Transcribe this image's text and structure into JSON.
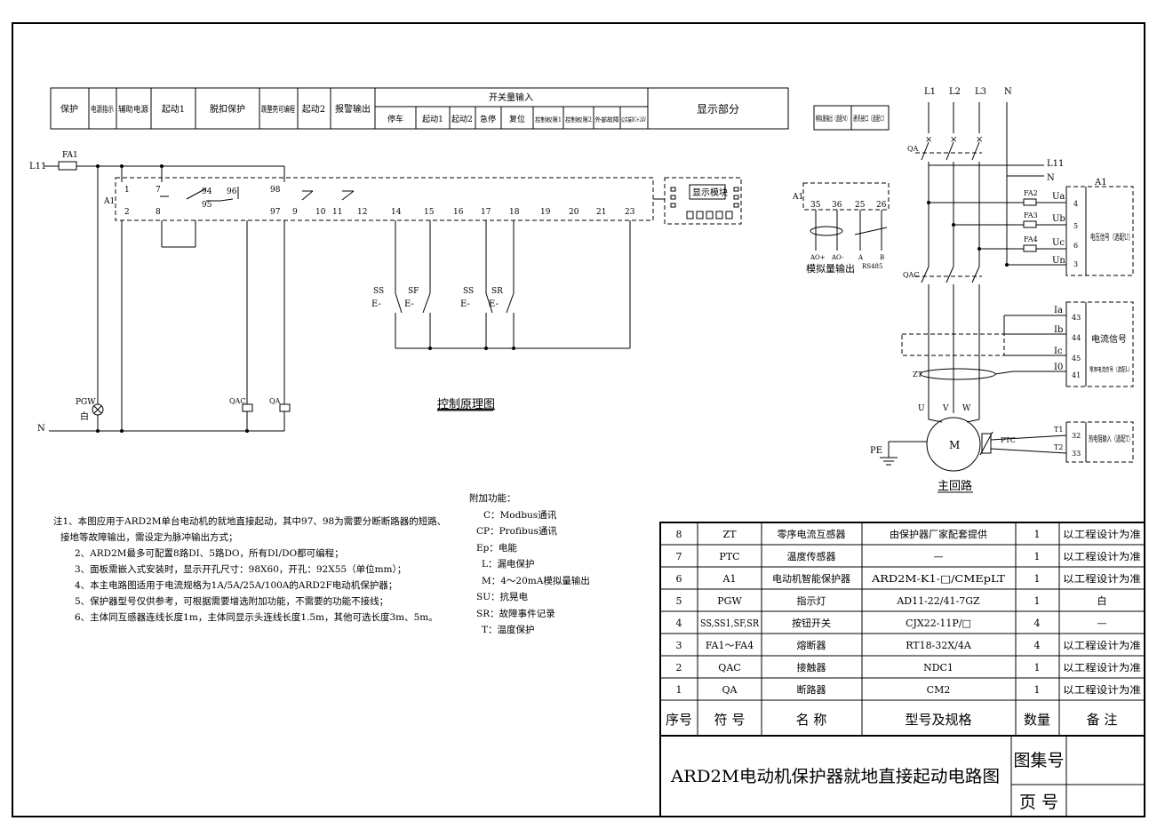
{
  "header": {
    "cells": [
      "保护",
      "电源指示",
      "辅助电源",
      "起动1",
      "脱扣保护",
      "跳整壳可编程",
      "起动2",
      "报警输出"
    ],
    "switch_input_title": "开关量输入",
    "switch_inputs": [
      "停车",
      "起动1",
      "起动2",
      "急停",
      "复位",
      "控制权限1",
      "控制权限2",
      "外部故障",
      "公共端DC+24V"
    ],
    "display_title": "显示部分",
    "right_cells": [
      "模拟量输出（选配M）",
      "通讯接口（选配C）"
    ]
  },
  "control": {
    "supply_label": "L11",
    "neutral_label": "N",
    "fuse_label": "FA1",
    "device_label": "A1",
    "terminals": [
      "1",
      "2",
      "7",
      "8",
      "94",
      "95",
      "96",
      "98",
      "97",
      "9",
      "10",
      "11",
      "12",
      "14",
      "15",
      "16",
      "17",
      "18",
      "19",
      "20",
      "21",
      "23"
    ],
    "buttons": [
      "SS",
      "SF",
      "SS",
      "SR"
    ],
    "lamp_label": "PGW",
    "lamp_color": "白",
    "coil_labels": [
      "QAC",
      "QA"
    ],
    "display_module": "显示模块",
    "title": "控制原理图"
  },
  "analog": {
    "device": "A1",
    "terminals": [
      "35",
      "36",
      "25",
      "26"
    ],
    "bottom_labels": [
      "AO+",
      "AO-",
      "A",
      "B",
      "RS485"
    ],
    "caption": "模拟量输出"
  },
  "main_circuit": {
    "phases": [
      "L1",
      "L2",
      "L3",
      "N"
    ],
    "breaker": "QA",
    "bus_labels": [
      "L11",
      "N"
    ],
    "fuses": [
      "FA2",
      "FA3",
      "FA4"
    ],
    "voltages": [
      "Ua",
      "Ub",
      "Uc",
      "Un"
    ],
    "voltage_terminals": [
      "4",
      "5",
      "6",
      "3"
    ],
    "a1_label": "A1",
    "voltage_signal": "电压信号（选配U）",
    "contactor": "QAC",
    "currents": [
      "Ia",
      "Ib",
      "Ic",
      "I0"
    ],
    "current_terminals": [
      "43",
      "44",
      "45",
      "41"
    ],
    "current_signal": "电流信号",
    "zero_seq_signal": "零序电流信号（选配L）",
    "zt_label": "ZT",
    "motor_terminals": [
      "U",
      "V",
      "W"
    ],
    "motor": "M",
    "pe": "PE",
    "ptc": "PTC",
    "thermal_terms": [
      "T1",
      "T2"
    ],
    "thermal_terminals": [
      "32",
      "33"
    ],
    "thermal_signal": "热电阻输入（选配T）",
    "title": "主回路"
  },
  "notes": [
    "注1、本图应用于ARD2M单台电动机的就地直接起动，其中97、98为需要分断断路器的短路、",
    "接地等故障输出，需设定为脉冲输出方式；",
    "2、ARD2M最多可配置8路DI、5路DO，所有DI/DO都可编程；",
    "3、面板需嵌入式安装时，显示开孔尺寸：98X60，开孔：92X55（单位mm）；",
    "4、本主电路图适用于电流规格为1A/5A/25A/100A的ARD2F电动机保护器；",
    "5、保护器型号仅供参考，可根据需要增选附加功能，不需要的功能不接线；",
    "6、主体同互感器连线长度1m，主体同显示头连线长度1.5m，其他可选长度3m、5m。"
  ],
  "addons": {
    "title": "附加功能：",
    "items": [
      "C：Modbus通讯",
      "CP：Profibus通讯",
      "Ep：电能",
      "L：漏电保护",
      "M：4～20mA模拟量输出",
      "SU：抗晃电",
      "SR：故障事件记录",
      "T：温度保护"
    ]
  },
  "bom": {
    "headers": [
      "序号",
      "符 号",
      "名 称",
      "型号及规格",
      "数量",
      "备 注"
    ],
    "rows": [
      [
        "8",
        "ZT",
        "零序电流互感器",
        "由保护器厂家配套提供",
        "1",
        "以工程设计为准"
      ],
      [
        "7",
        "PTC",
        "温度传感器",
        "—",
        "1",
        "以工程设计为准"
      ],
      [
        "6",
        "A1",
        "电动机智能保护器",
        "ARD2M-K1-□/CMEpLT",
        "1",
        "以工程设计为准"
      ],
      [
        "5",
        "PGW",
        "指示灯",
        "AD11-22/41-7GZ",
        "1",
        "白"
      ],
      [
        "4",
        "SS,SS1,SF,SR",
        "按钮开关",
        "CJX22-11P/□",
        "4",
        "—"
      ],
      [
        "3",
        "FA1～FA4",
        "熔断器",
        "RT18-32X/4A",
        "4",
        "以工程设计为准"
      ],
      [
        "2",
        "QAC",
        "接触器",
        "NDC1",
        "1",
        "以工程设计为准"
      ],
      [
        "1",
        "QA",
        "断路器",
        "CM2",
        "1",
        "以工程设计为准"
      ]
    ]
  },
  "title_block": {
    "title": "ARD2M电动机保护器就地直接起动电路图",
    "atlas_no": "图集号",
    "page_no": "页 号"
  }
}
